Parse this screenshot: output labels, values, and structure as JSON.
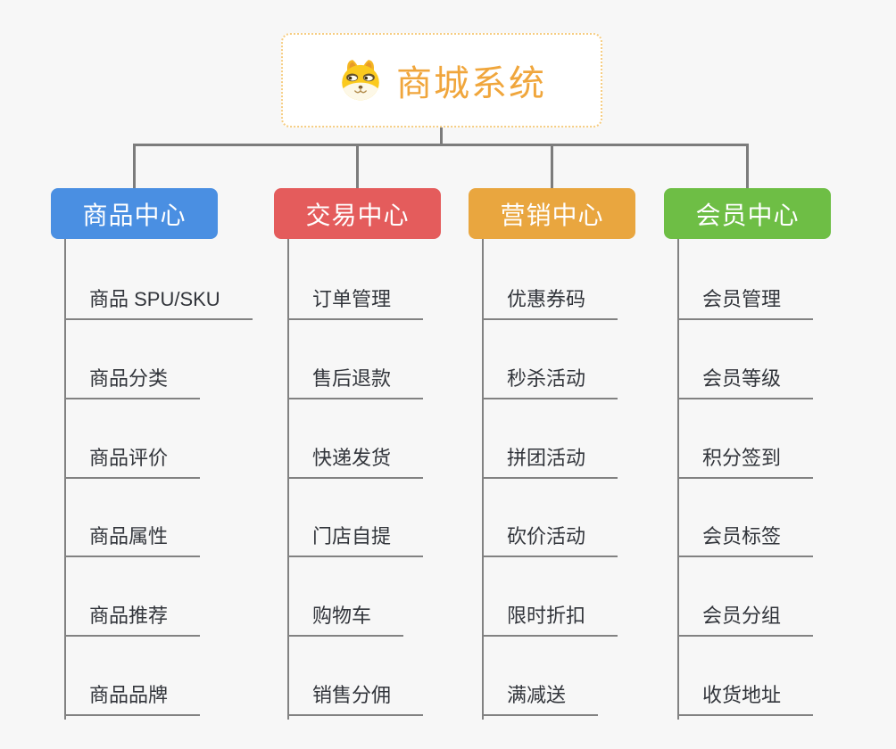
{
  "page": {
    "background_color": "#f7f7f7",
    "connector_color": "#7c7c7c",
    "underline_color": "#828282",
    "item_text_color": "#32353b"
  },
  "root": {
    "title": "商城系统",
    "icon": "dog-face-icon",
    "title_color": "#f0a63c",
    "border_color": "#f6cd82",
    "background": "#ffffff"
  },
  "branches": [
    {
      "id": "product-center",
      "label": "商品中心",
      "color": "#4a8fe2",
      "items": [
        "商品 SPU/SKU",
        "商品分类",
        "商品评价",
        "商品属性",
        "商品推荐",
        "商品品牌"
      ]
    },
    {
      "id": "trade-center",
      "label": "交易中心",
      "color": "#e45c5c",
      "items": [
        "订单管理",
        "售后退款",
        "快递发货",
        "门店自提",
        "购物车",
        "销售分佣"
      ]
    },
    {
      "id": "marketing-center",
      "label": "营销中心",
      "color": "#e9a63f",
      "items": [
        "优惠券码",
        "秒杀活动",
        "拼团活动",
        "砍价活动",
        "限时折扣",
        "满减送"
      ]
    },
    {
      "id": "member-center",
      "label": "会员中心",
      "color": "#6ebe45",
      "items": [
        "会员管理",
        "会员等级",
        "积分签到",
        "会员标签",
        "会员分组",
        "收货地址"
      ]
    }
  ]
}
